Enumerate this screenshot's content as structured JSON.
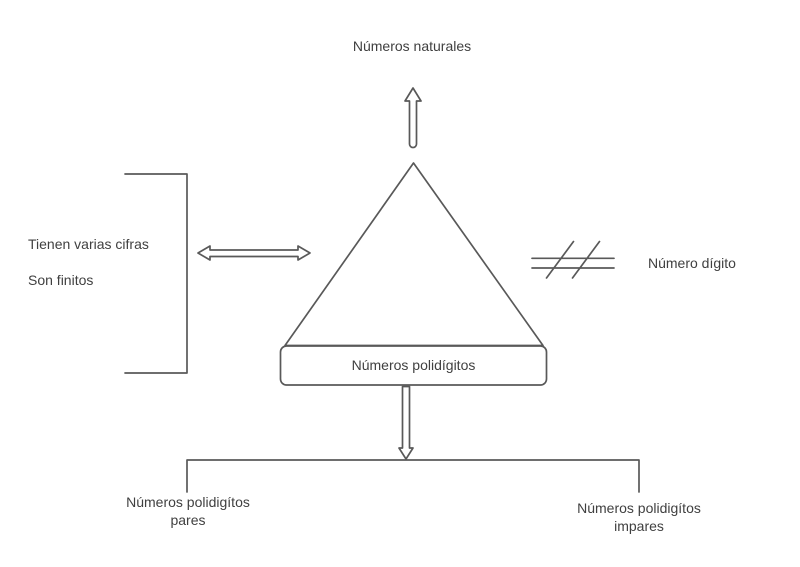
{
  "colors": {
    "stroke": "#595959",
    "text": "#404040",
    "background": "#ffffff"
  },
  "diagram": {
    "top_label": "Números naturales",
    "center_box_label": "Números polidígitos",
    "left_annotation": {
      "line1": "Tienen varias cifras",
      "line2": "Son finitos"
    },
    "right_annotation": "Número dígito",
    "bottom_left_label": {
      "line1": "Números polidigítos",
      "line2": "pares"
    },
    "bottom_right_label": {
      "line1": "Números polidigítos",
      "line2": "impares"
    }
  }
}
